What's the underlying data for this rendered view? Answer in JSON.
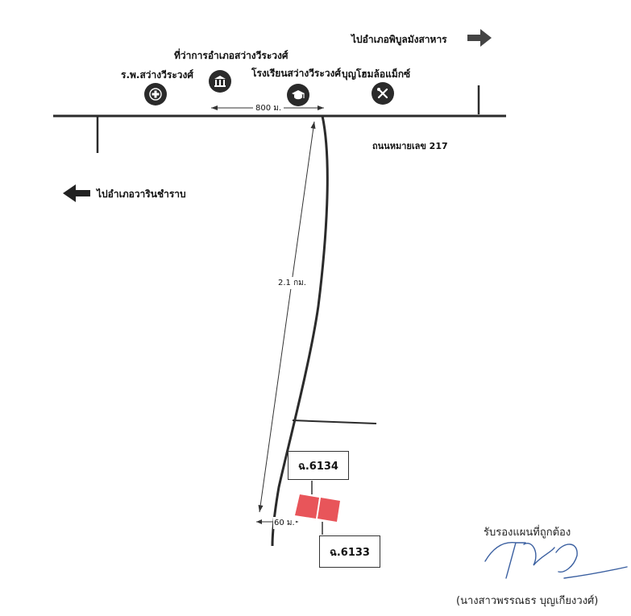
{
  "directions": {
    "to_phibun": "ไปอำเภอพิบูลมังสาหาร",
    "to_warin": "ไปอำเภอวารินชำราบ"
  },
  "landmarks": {
    "district_office": {
      "label": "ที่ว่าการอำเภอสว่างวีระวงศ์",
      "icon": "government-building-icon"
    },
    "hospital": {
      "label": "ร.พ.สว่างวีระวงศ์",
      "icon": "medical-cross-icon"
    },
    "school": {
      "label": "โรงเรียนสว่างวีระวงศ์",
      "icon": "graduation-cap-icon"
    },
    "shop": {
      "label": "บุญโฮมล้อแม็กซ์",
      "icon": "tools-icon"
    }
  },
  "road": {
    "name": "ถนนหมายเลข 217"
  },
  "distances": {
    "main_road": "800 ม.",
    "side_road": "2.1 กม.",
    "to_plot": "60 ม."
  },
  "plots": {
    "upper": "ฉ.6134",
    "lower": "ฉ.6133",
    "color": "#e8555a"
  },
  "certification": {
    "caption": "รับรองแผนที่ถูกต้อง",
    "name": "(นางสาวพรรณธร บุญเกียงวงศ์)"
  }
}
